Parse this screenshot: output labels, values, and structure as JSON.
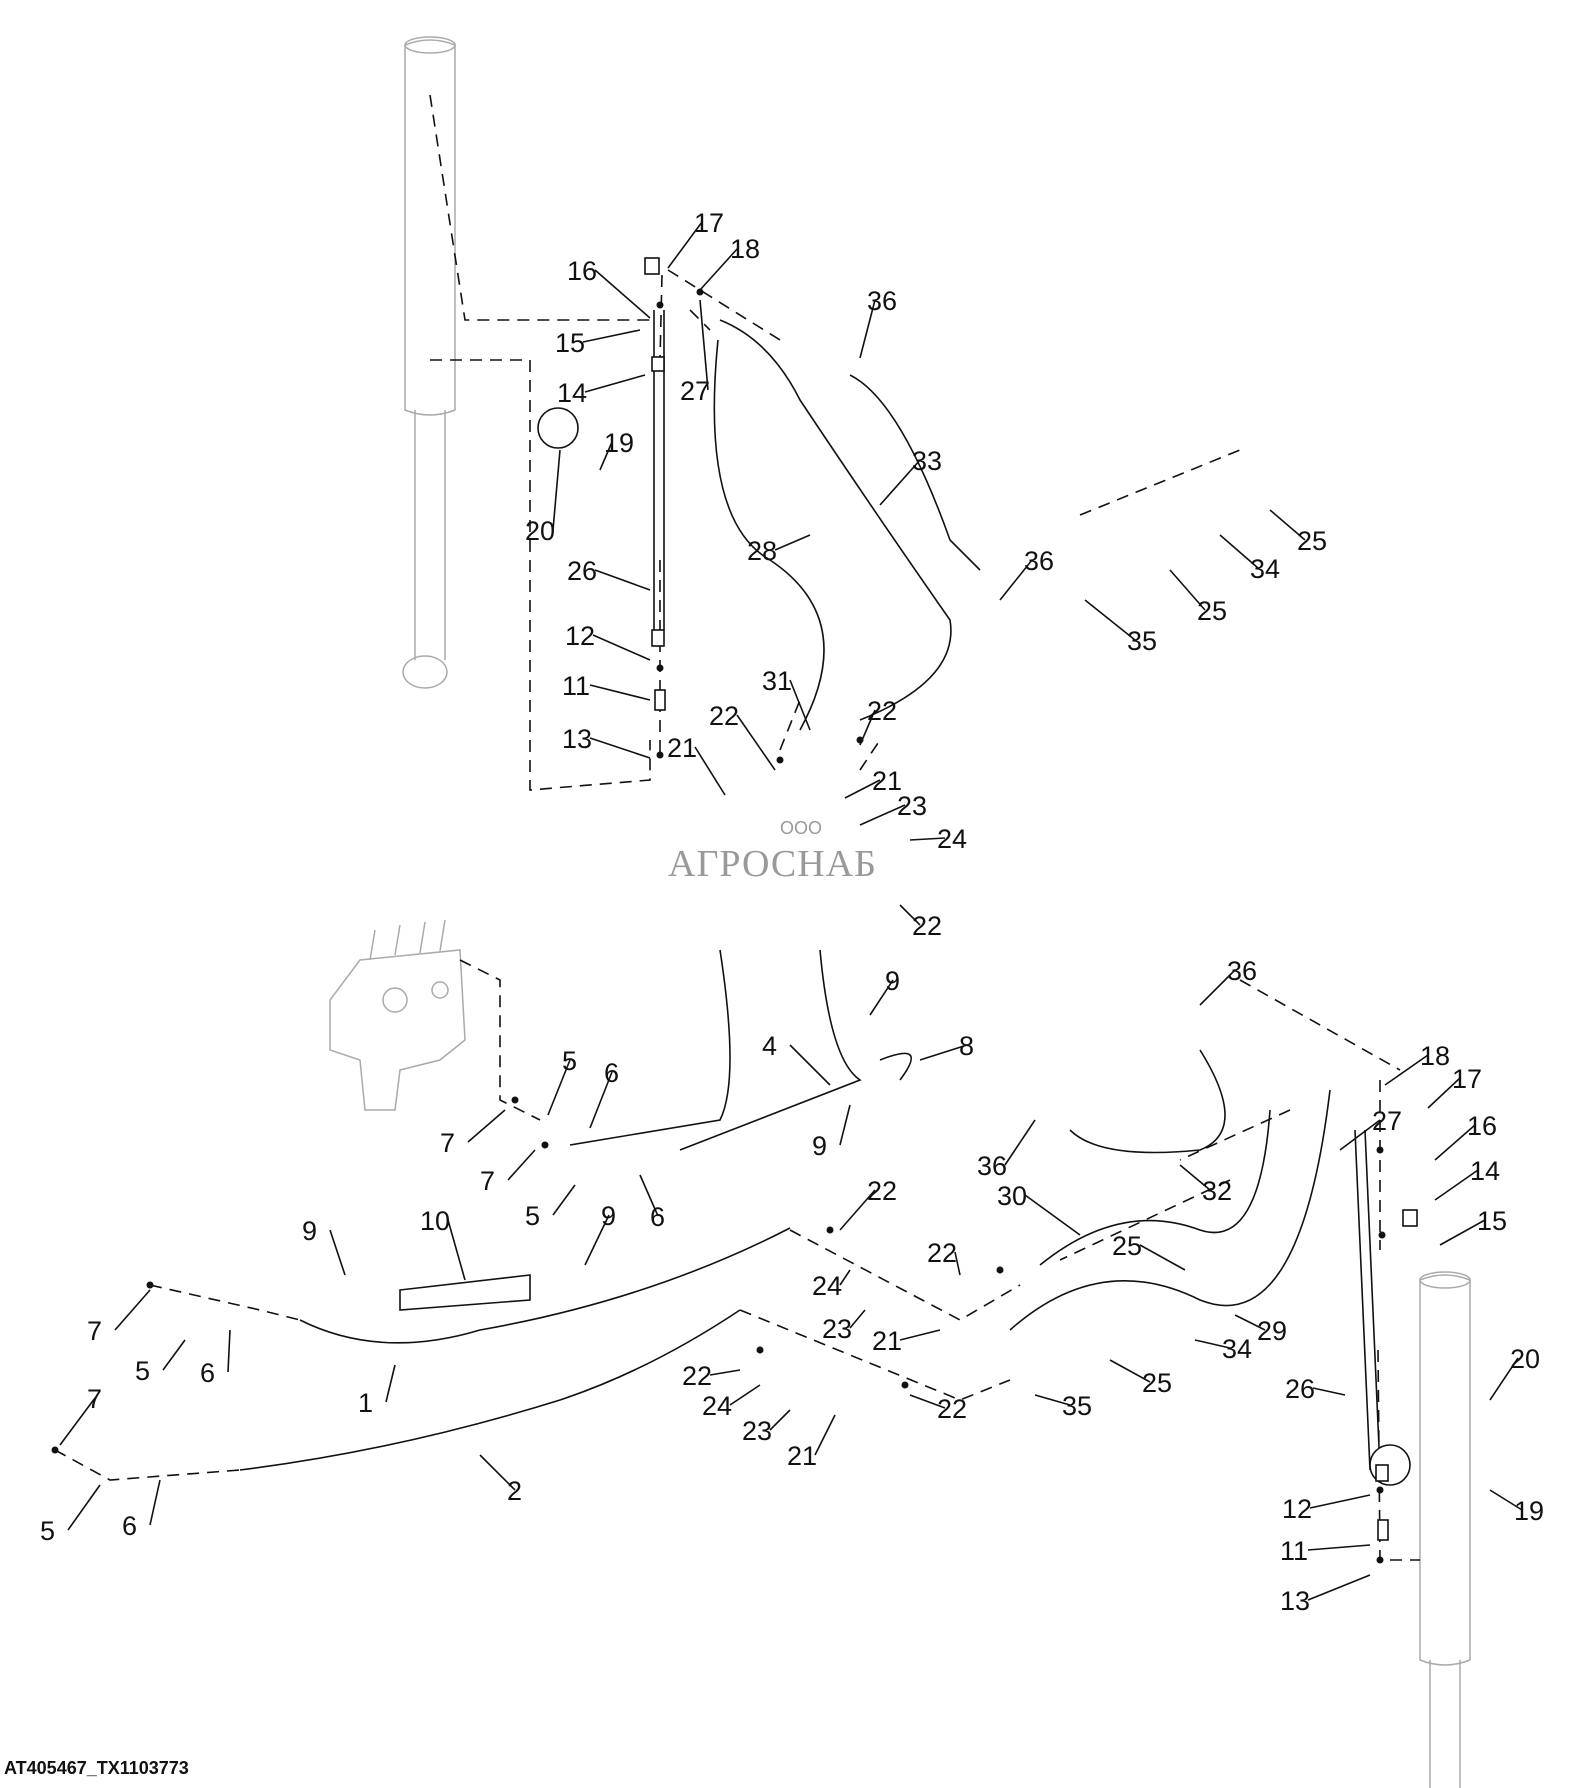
{
  "figure_id": "AT405467_TX1103773",
  "watermark": {
    "prefix": "ООО",
    "name": "АГРОСНАБ"
  },
  "callouts": [
    {
      "id": "c17a",
      "label": "17"
    },
    {
      "id": "c18a",
      "label": "18"
    },
    {
      "id": "c16a",
      "label": "16"
    },
    {
      "id": "c15a",
      "label": "15"
    },
    {
      "id": "c14a",
      "label": "14"
    },
    {
      "id": "c27a",
      "label": "27"
    },
    {
      "id": "c36a",
      "label": "36"
    },
    {
      "id": "c33",
      "label": "33"
    },
    {
      "id": "c19a",
      "label": "19"
    },
    {
      "id": "c20a",
      "label": "20"
    },
    {
      "id": "c26a",
      "label": "26"
    },
    {
      "id": "c28",
      "label": "28"
    },
    {
      "id": "c36b",
      "label": "36"
    },
    {
      "id": "c25a",
      "label": "25"
    },
    {
      "id": "c34a",
      "label": "34"
    },
    {
      "id": "c25b",
      "label": "25"
    },
    {
      "id": "c35a",
      "label": "35"
    },
    {
      "id": "c12a",
      "label": "12"
    },
    {
      "id": "c11a",
      "label": "11"
    },
    {
      "id": "c13a",
      "label": "13"
    },
    {
      "id": "c31",
      "label": "31"
    },
    {
      "id": "c22a",
      "label": "22"
    },
    {
      "id": "c22b",
      "label": "22"
    },
    {
      "id": "c21a",
      "label": "21"
    },
    {
      "id": "c21b",
      "label": "21"
    },
    {
      "id": "c23a",
      "label": "23"
    },
    {
      "id": "c24a",
      "label": "24"
    },
    {
      "id": "c22c",
      "label": "22"
    },
    {
      "id": "c36c",
      "label": "36"
    },
    {
      "id": "c9a",
      "label": "9"
    },
    {
      "id": "c8",
      "label": "8"
    },
    {
      "id": "c4",
      "label": "4"
    },
    {
      "id": "c9b",
      "label": "9"
    },
    {
      "id": "c5a",
      "label": "5"
    },
    {
      "id": "c6a",
      "label": "6"
    },
    {
      "id": "c7a",
      "label": "7"
    },
    {
      "id": "c7b",
      "label": "7"
    },
    {
      "id": "c5b",
      "label": "5"
    },
    {
      "id": "c6b",
      "label": "6"
    },
    {
      "id": "c18b",
      "label": "18"
    },
    {
      "id": "c17b",
      "label": "17"
    },
    {
      "id": "c27b",
      "label": "27"
    },
    {
      "id": "c16b",
      "label": "16"
    },
    {
      "id": "c36d",
      "label": "36"
    },
    {
      "id": "c32",
      "label": "32"
    },
    {
      "id": "c14b",
      "label": "14"
    },
    {
      "id": "c30",
      "label": "30"
    },
    {
      "id": "c15b",
      "label": "15"
    },
    {
      "id": "c9c",
      "label": "9"
    },
    {
      "id": "c10",
      "label": "10"
    },
    {
      "id": "c9d",
      "label": "9"
    },
    {
      "id": "c22d",
      "label": "22"
    },
    {
      "id": "c25c",
      "label": "25"
    },
    {
      "id": "c22e",
      "label": "22"
    },
    {
      "id": "c24b",
      "label": "24"
    },
    {
      "id": "c23b",
      "label": "23"
    },
    {
      "id": "c29",
      "label": "29"
    },
    {
      "id": "c7c",
      "label": "7"
    },
    {
      "id": "c5c",
      "label": "5"
    },
    {
      "id": "c6c",
      "label": "6"
    },
    {
      "id": "c21c",
      "label": "21"
    },
    {
      "id": "c34b",
      "label": "34"
    },
    {
      "id": "c1",
      "label": "1"
    },
    {
      "id": "c25d",
      "label": "25"
    },
    {
      "id": "c26b",
      "label": "26"
    },
    {
      "id": "c22f",
      "label": "22"
    },
    {
      "id": "c24c",
      "label": "24"
    },
    {
      "id": "c35b",
      "label": "35"
    },
    {
      "id": "c20b",
      "label": "20"
    },
    {
      "id": "c7d",
      "label": "7"
    },
    {
      "id": "c23c",
      "label": "23"
    },
    {
      "id": "c21d",
      "label": "21"
    },
    {
      "id": "c22g",
      "label": "22"
    },
    {
      "id": "c2",
      "label": "2"
    },
    {
      "id": "c19b",
      "label": "19"
    },
    {
      "id": "c12b",
      "label": "12"
    },
    {
      "id": "c5d",
      "label": "5"
    },
    {
      "id": "c6d",
      "label": "6"
    },
    {
      "id": "c11b",
      "label": "11"
    },
    {
      "id": "c13b",
      "label": "13"
    }
  ]
}
